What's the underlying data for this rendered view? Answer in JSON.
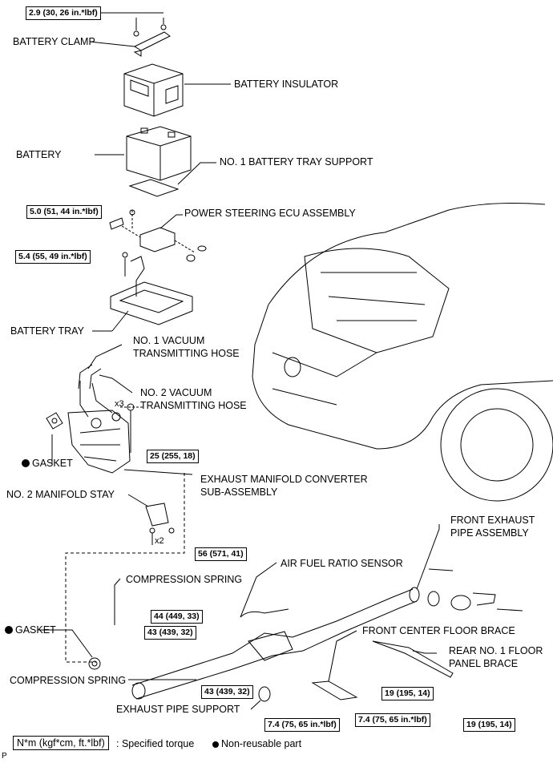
{
  "labels": {
    "battery_clamp": "BATTERY CLAMP",
    "battery_insulator": "BATTERY INSULATOR",
    "battery": "BATTERY",
    "no1_battery_tray_support": "NO. 1 BATTERY TRAY SUPPORT",
    "power_steering_ecu": "POWER STEERING ECU ASSEMBLY",
    "battery_tray": "BATTERY TRAY",
    "no1_vacuum_hose_1": "NO. 1 VACUUM",
    "no1_vacuum_hose_2": "TRANSMITTING HOSE",
    "no2_vacuum_hose_1": "NO. 2 VACUUM",
    "no2_vacuum_hose_2": "TRANSMITTING HOSE",
    "x3": "x3",
    "gasket_top": "GASKET",
    "exhaust_manifold_1": "EXHAUST MANIFOLD CONVERTER",
    "exhaust_manifold_2": "SUB-ASSEMBLY",
    "no2_manifold_stay": "NO. 2 MANIFOLD STAY",
    "x2": "x2",
    "front_exhaust_pipe_1": "FRONT EXHAUST",
    "front_exhaust_pipe_2": "PIPE ASSEMBLY",
    "air_fuel_sensor": "AIR FUEL RATIO SENSOR",
    "compression_spring_top": "COMPRESSION SPRING",
    "gasket_bottom": "GASKET",
    "front_center_floor_brace": "FRONT CENTER FLOOR BRACE",
    "rear_no1_floor_1": "REAR NO. 1 FLOOR",
    "rear_no1_floor_2": "PANEL BRACE",
    "compression_spring_bottom": "COMPRESSION SPRING",
    "exhaust_pipe_support": "EXHAUST PIPE SUPPORT"
  },
  "torques": {
    "t1": "2.9 (30, 26 in.*lbf)",
    "t2": "5.0 (51, 44 in.*lbf)",
    "t3": "5.4 (55, 49 in.*lbf)",
    "t4": "25 (255, 18)",
    "t5": "56 (571, 41)",
    "t6": "44 (449, 33)",
    "t7": "43 (439, 32)",
    "t8": "43 (439, 32)",
    "t9": "19 (195, 14)",
    "t10": "7.4 (75, 65 in.*lbf)",
    "t11": "7.4 (75, 65 in.*lbf)",
    "t12": "19 (195, 14)"
  },
  "legend": {
    "unit": "N*m (kgf*cm, ft.*lbf)",
    "specified": ": Specified torque",
    "nonreusable": "Non-reusable part",
    "corner": "P"
  }
}
